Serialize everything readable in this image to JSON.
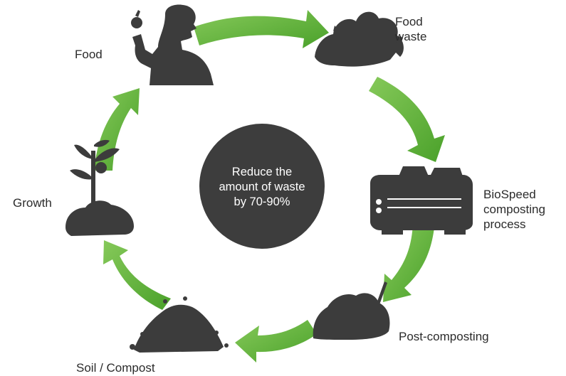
{
  "diagram": {
    "center_lines": [
      "Reduce the",
      "amount of waste",
      "by 70-90%"
    ],
    "stages": {
      "food": {
        "lines": [
          "Food"
        ]
      },
      "food_waste": {
        "lines": [
          "Food",
          "waste"
        ]
      },
      "biospeed": {
        "lines": [
          "BioSpeed",
          "composting",
          "process"
        ]
      },
      "post_composting": {
        "lines": [
          "Post-composting"
        ]
      },
      "soil_compost": {
        "lines": [
          "Soil / Compost"
        ]
      },
      "growth": {
        "lines": [
          "Growth"
        ]
      }
    }
  },
  "colors": {
    "arrow_green": "#5ab031",
    "arrow_light": "#86c95a",
    "silhouette": "#3c3c3c",
    "center_circle": "#3d3d3d",
    "text": "#2b2b2b"
  }
}
